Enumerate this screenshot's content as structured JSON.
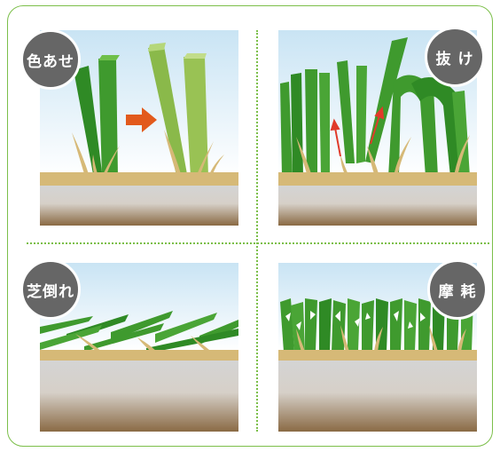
{
  "panels": [
    {
      "id": "fading",
      "label": "色あせ"
    },
    {
      "id": "pulling-out",
      "label": "抜 け"
    },
    {
      "id": "matting",
      "label": "芝倒れ"
    },
    {
      "id": "wear",
      "label": "摩 耗"
    }
  ],
  "colors": {
    "frame": "#7cbf4a",
    "badge": "#666666",
    "grass_green": "#3f9a2e",
    "grass_faded": "#8ab94a",
    "thatch": "#d6b977",
    "sky_top": "#c9e4f4",
    "soil": "#8a6a44",
    "arrow_orange": "#e25a1c",
    "arrow_red": "#e03a2a"
  }
}
